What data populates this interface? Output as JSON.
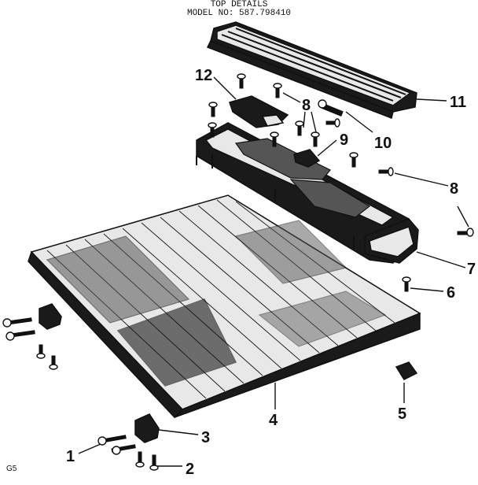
{
  "header": {
    "line1": "TOP DETAILS",
    "line2": "MODEL NO:  587.798410"
  },
  "callouts": {
    "c1": "1",
    "c2": "2",
    "c3": "3",
    "c4": "4",
    "c5": "5",
    "c6": "6",
    "c7": "7",
    "c8a": "8",
    "c8b": "8",
    "c9": "9",
    "c10": "10",
    "c11": "11",
    "c12": "12"
  },
  "footer": {
    "code": "G5"
  }
}
